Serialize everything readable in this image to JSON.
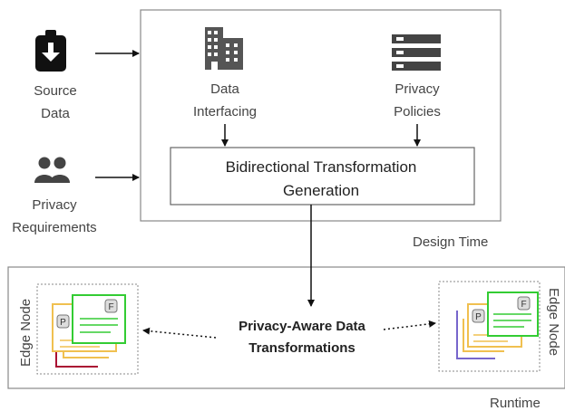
{
  "source": {
    "line1": "Source",
    "line2": "Data",
    "icon": "download-clipboard-icon"
  },
  "requirements": {
    "line1": "Privacy",
    "line2": "Requirements",
    "icon": "people-icon"
  },
  "data_interfacing": {
    "line1": "Data",
    "line2": "Interfacing",
    "icon": "building-icon"
  },
  "privacy_policies": {
    "line1": "Privacy",
    "line2": "Policies",
    "icon": "server-list-icon"
  },
  "transformation": {
    "line1": "Bidirectional Transformation",
    "line2": "Generation"
  },
  "design_time": "Design Time",
  "runtime": "Runtime",
  "center_label": {
    "line1": "Privacy-Aware Data",
    "line2": "Transformations"
  },
  "left_node": {
    "label": "Edge Node",
    "badge_p": "P",
    "badge_f": "F"
  },
  "right_node": {
    "label": "Edge Node",
    "badge_p": "P",
    "badge_f": "F"
  },
  "colors": {
    "green": "#33cc33",
    "yellow": "#f0c050",
    "red": "#aa1133",
    "purple": "#7766cc",
    "box_border": "#888888"
  }
}
